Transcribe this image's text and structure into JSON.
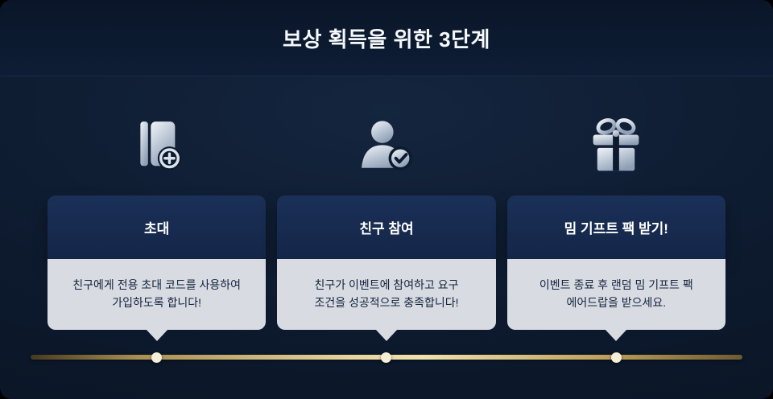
{
  "header": {
    "title": "보상 획득을 위한 3단계"
  },
  "steps": [
    {
      "icon": "invite-book-plus-icon",
      "title": "초대",
      "description": "친구에게 전용 초대 코드를 사용하여\n가입하도록 합니다!"
    },
    {
      "icon": "friend-check-icon",
      "title": "친구 참여",
      "description": "친구가 이벤트에 참여하고 요구\n조건을 성공적으로 충족합니다!"
    },
    {
      "icon": "gift-box-icon",
      "title": "밈 기프트 팩 받기!",
      "description": "이벤트 종료 후 랜덤 밈 기프트 팩\n에어드랍을 받으세요."
    }
  ],
  "progress": {
    "dot_count": 3
  },
  "colors": {
    "background": "#0d1a2e",
    "card_header": "#16294e",
    "card_body": "#d8dce2",
    "gold_line": "#e6d49e",
    "dot": "#f6efd8",
    "icon_silver": "#c9d4e2"
  }
}
